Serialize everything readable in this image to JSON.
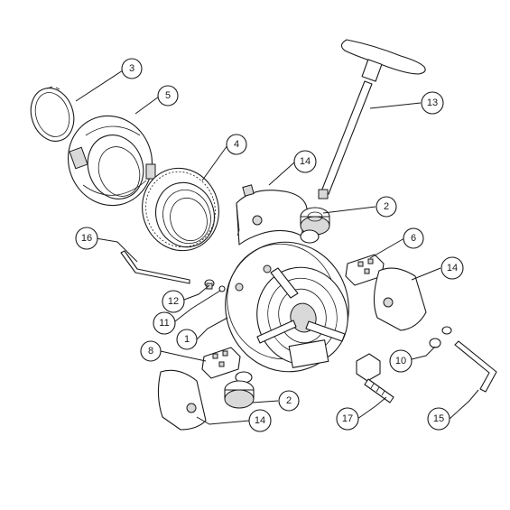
{
  "diagram": {
    "callouts": [
      {
        "id": "c3",
        "label": "3"
      },
      {
        "id": "c5",
        "label": "5"
      },
      {
        "id": "c4",
        "label": "4"
      },
      {
        "id": "c14a",
        "label": "14"
      },
      {
        "id": "c13",
        "label": "13"
      },
      {
        "id": "c2a",
        "label": "2"
      },
      {
        "id": "c6",
        "label": "6"
      },
      {
        "id": "c14b",
        "label": "14"
      },
      {
        "id": "c16",
        "label": "16"
      },
      {
        "id": "c12",
        "label": "12"
      },
      {
        "id": "c11",
        "label": "11"
      },
      {
        "id": "c1",
        "label": "1"
      },
      {
        "id": "c8",
        "label": "8"
      },
      {
        "id": "c10",
        "label": "10"
      },
      {
        "id": "c2b",
        "label": "2"
      },
      {
        "id": "c14c",
        "label": "14"
      },
      {
        "id": "c17",
        "label": "17"
      },
      {
        "id": "c15",
        "label": "15"
      }
    ]
  }
}
